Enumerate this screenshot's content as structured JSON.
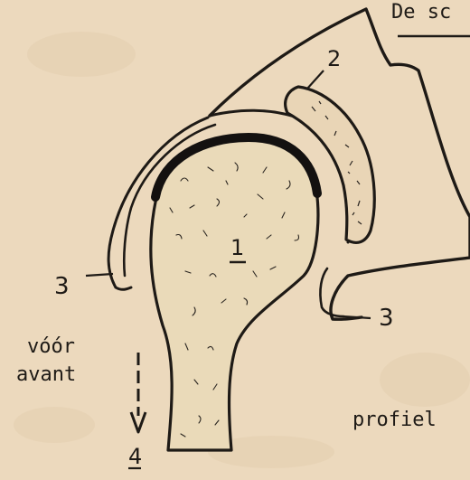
{
  "header": {
    "title": "De sc"
  },
  "labels": {
    "humeral_head": "1",
    "labrum": "2",
    "capsule_left": "3",
    "capsule_right": "3",
    "direction_number": "4",
    "front_nl": "vóór",
    "front_fr": "avant",
    "view": "profiel"
  },
  "colors": {
    "paper": "#ecd9bd",
    "ink": "#1e1a16"
  }
}
